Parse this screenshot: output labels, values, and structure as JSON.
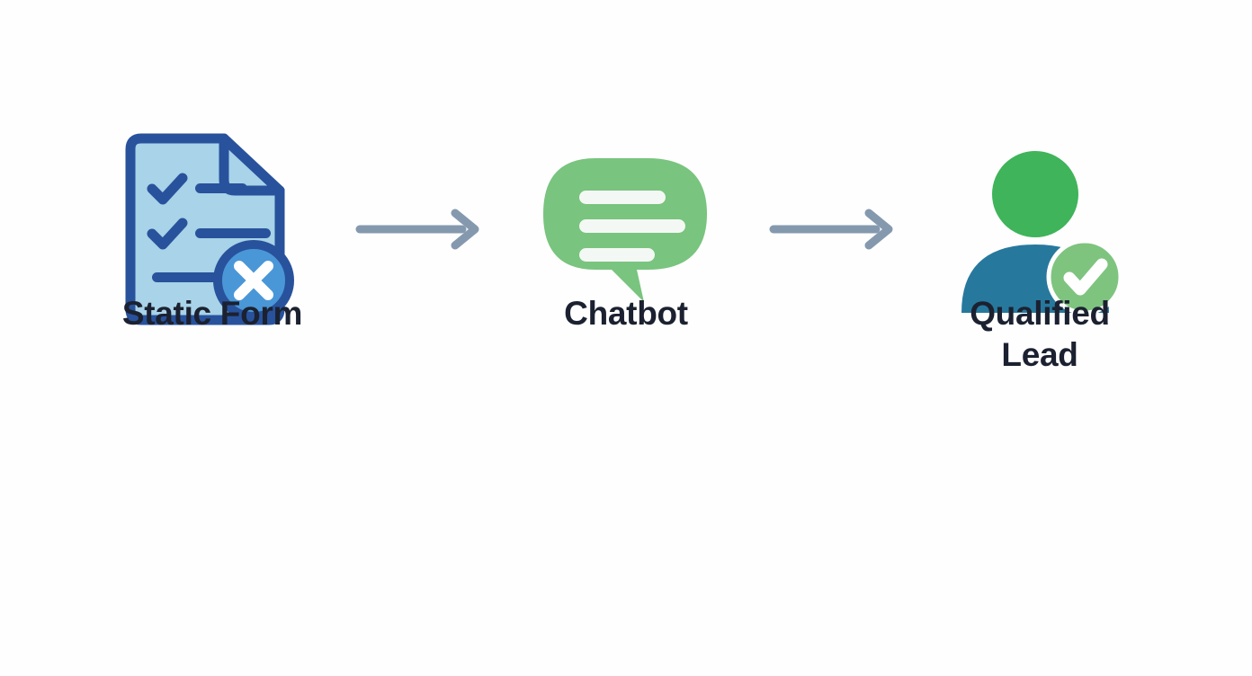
{
  "diagram": {
    "title": "Static Form to Chatbot to Qualified Lead flow",
    "background_color": "#fefeff",
    "label_color": "#1b2130",
    "arrow_color": "#8599ae",
    "stages": [
      {
        "id": "static-form",
        "label": "Static Form",
        "icon": "document-checklist-with-x-badge-icon",
        "colors": {
          "page_fill": "#a8d3e8",
          "page_stroke": "#28529c",
          "line_fill": "#28529c",
          "badge_fill": "#4a97d8",
          "badge_stroke": "#28529c",
          "badge_mark": "#ffffff"
        },
        "badge": "x-mark"
      },
      {
        "id": "chatbot",
        "label": "Chatbot",
        "icon": "chat-bubble-icon",
        "colors": {
          "bubble_fill": "#79c47e",
          "line_fill": "#f4f8f4"
        },
        "line_count": 3
      },
      {
        "id": "qualified-lead",
        "label": "Qualified\nLead",
        "icon": "person-with-check-badge-icon",
        "colors": {
          "head_fill": "#3fb45a",
          "body_fill": "#27789d",
          "badge_fill": "#7ec47f",
          "badge_mark": "#ffffff"
        },
        "badge": "check-mark"
      }
    ],
    "connectors": [
      {
        "id": "arrow-form-to-chatbot",
        "icon": "arrow-right-icon",
        "from": "static-form",
        "to": "chatbot"
      },
      {
        "id": "arrow-chatbot-to-lead",
        "icon": "arrow-right-icon",
        "from": "chatbot",
        "to": "qualified-lead"
      }
    ]
  }
}
